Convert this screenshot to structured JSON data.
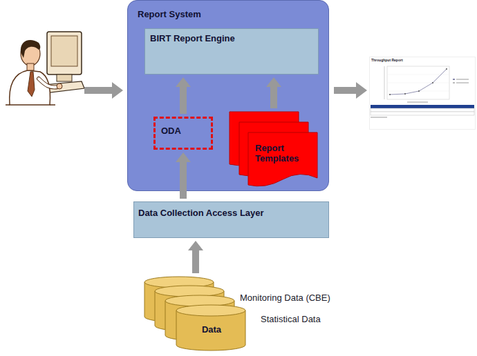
{
  "diagram": {
    "nodes": [
      {
        "text": [
          "Report System"
        ]
      },
      {
        "text": [
          "BIRT Report Engine"
        ],
        "in": 0
      },
      {
        "text": [
          "ODA"
        ],
        "in": 0
      },
      {
        "text": [
          "Report Templates"
        ],
        "in": 0
      },
      {
        "text": [
          "Data Collection Access Layer"
        ]
      },
      {
        "text": [
          "Data"
        ]
      }
    ],
    "edges": [
      {
        "from": 2,
        "to": 1,
        "arrow": "to"
      },
      {
        "from": 3,
        "to": 1,
        "arrow": "to"
      },
      {
        "from": 4,
        "to": 2,
        "arrow": "to"
      },
      {
        "from": 5,
        "to": 4,
        "arrow": "to"
      }
    ],
    "labels": [
      "Monitoring Data (CBE)",
      "Statistical Data",
      "Throughput Report"
    ]
  }
}
